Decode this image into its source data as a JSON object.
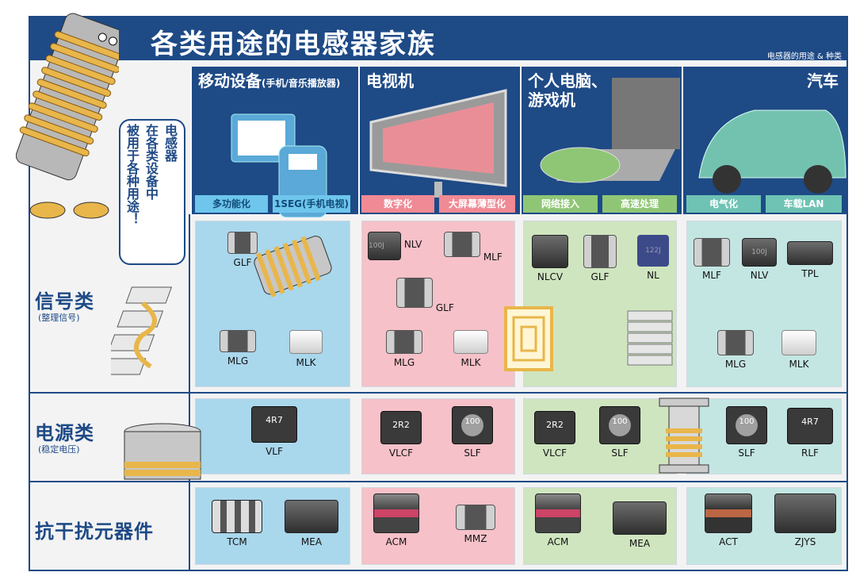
{
  "header": {
    "title": "各类用途的电感器家族",
    "subtitle": "电感器的用途 & 种类"
  },
  "bubble": {
    "line1": "电感器",
    "line2": "在各类设备中",
    "line3": "被用于各种用途！"
  },
  "columns": [
    {
      "title": "移动设备",
      "title_small": "(手机/音乐播放器)",
      "tags": [
        "多功能化",
        "1SEG(手机电视)"
      ]
    },
    {
      "title": "电视机",
      "title_small": "",
      "tags": [
        "数字化",
        "大屏幕薄型化"
      ]
    },
    {
      "title_line1": "个人电脑、",
      "title_line2": "游戏机",
      "tags": [
        "网络接入",
        "高速处理"
      ]
    },
    {
      "title": "汽车",
      "title_small": "",
      "tags": [
        "电气化",
        "车载LAN"
      ]
    }
  ],
  "rows": [
    {
      "label": "信号类",
      "sub": "(整理信号)"
    },
    {
      "label": "电源类",
      "sub": "(稳定电压)"
    },
    {
      "label": "抗干扰元器件",
      "sub": ""
    }
  ],
  "cells": {
    "signal_mobile": [
      "GLF",
      "MLG",
      "MLK"
    ],
    "signal_tv": [
      "NLV",
      "MLF",
      "GLF",
      "MLG",
      "MLK"
    ],
    "signal_pc": [
      "NLCV",
      "GLF",
      "NL"
    ],
    "signal_car": [
      "MLF",
      "NLV",
      "TPL",
      "MLG",
      "MLK"
    ],
    "power_mobile": [
      "VLF"
    ],
    "power_tv": [
      "VLCF",
      "SLF"
    ],
    "power_pc": [
      "VLCF",
      "SLF"
    ],
    "power_car": [
      "SLF",
      "RLF"
    ],
    "emi_mobile": [
      "TCM",
      "MEA"
    ],
    "emi_tv": [
      "ACM",
      "MMZ"
    ],
    "emi_pc": [
      "ACM",
      "MEA"
    ],
    "emi_car": [
      "ACT",
      "ZJYS"
    ]
  },
  "chip_marks": {
    "nlv_tv": "100J",
    "nl_pc": "122J",
    "nlv_car": "100J",
    "vlf": "4R7",
    "vlcf_tv": "2R2",
    "slf_tv": "100",
    "vlcf_pc": "2R2",
    "slf_pc": "100",
    "slf_car": "100",
    "rlf_car": "4R7"
  },
  "colors": {
    "navy": "#1e4a86",
    "blue": "#a9d7ec",
    "pink": "#f6c1c9",
    "green": "#cfe5bf",
    "teal": "#c3e6e3"
  }
}
